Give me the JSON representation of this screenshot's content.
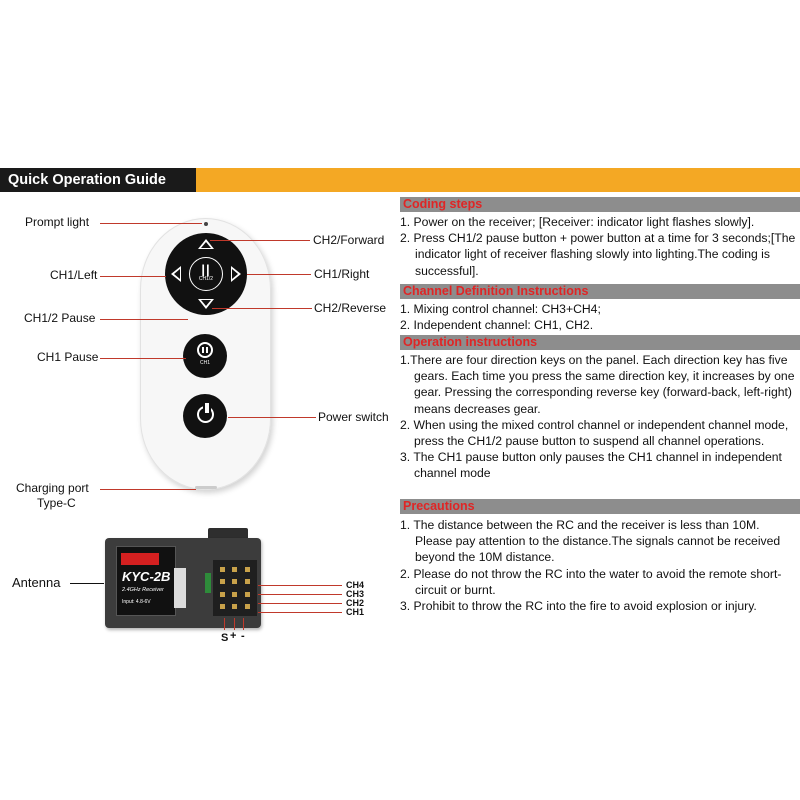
{
  "header": {
    "title": "Quick Operation Guide",
    "accent_color": "#f4a824"
  },
  "remote_labels": {
    "prompt_light": "Prompt light",
    "ch1_left": "CH1/Left",
    "ch12_pause": "CH1/2 Pause",
    "ch1_pause": "CH1 Pause",
    "charging_port_1": "Charging port",
    "charging_port_2": "Type-C",
    "ch2_forward": "CH2/Forward",
    "ch1_right": "CH1/Right",
    "ch2_reverse": "CH2/Reverse",
    "power_switch": "Power switch",
    "center_button_text": "CH1/2",
    "pause_button_text": "CH1"
  },
  "receiver": {
    "antenna": "Antenna",
    "model": "KYC-2B",
    "subtitle": "2.4GHz Receiver",
    "input": "Input: 4.8-6V",
    "channels": [
      "CH4",
      "CH3",
      "CH2",
      "CH1"
    ],
    "poles": [
      "S",
      "+",
      "-"
    ]
  },
  "sections": {
    "coding": {
      "title": "Coding steps",
      "items": [
        "1. Power on the receiver; [Receiver: indicator light flashes slowly].",
        "2. Press CH1/2 pause button + power button at a time for 3 seconds;[The indicator light of receiver flashing slowly into lighting.The coding is successful]."
      ]
    },
    "channel_def": {
      "title": "Channel Definition Instructions",
      "items": [
        "1. Mixing control channel: CH3+CH4;",
        "2. Independent channel: CH1, CH2."
      ]
    },
    "operation": {
      "title": "Operation instructions",
      "items": [
        "1.There are four direction keys on the panel. Each direction key has five gears. Each time you press the same direction key, it increases by one gear. Pressing the corresponding reverse key (forward-back, left-right) means decreases gear.",
        "2. When using the mixed control channel or independent channel mode, press the CH1/2 pause button to suspend all channel operations.",
        "3. The CH1 pause button only pauses the CH1 channel in independent channel mode"
      ]
    },
    "precautions": {
      "title": "Precautions",
      "items": [
        "1. The distance between the RC and the receiver is less than 10M. Please pay attention to the distance.The signals cannot be received beyond the 10M distance.",
        "2. Please do not throw the RC into the water to avoid the remote short-circuit or burnt.",
        "3. Prohibit to throw the RC into the fire to avoid explosion or injury."
      ]
    }
  }
}
